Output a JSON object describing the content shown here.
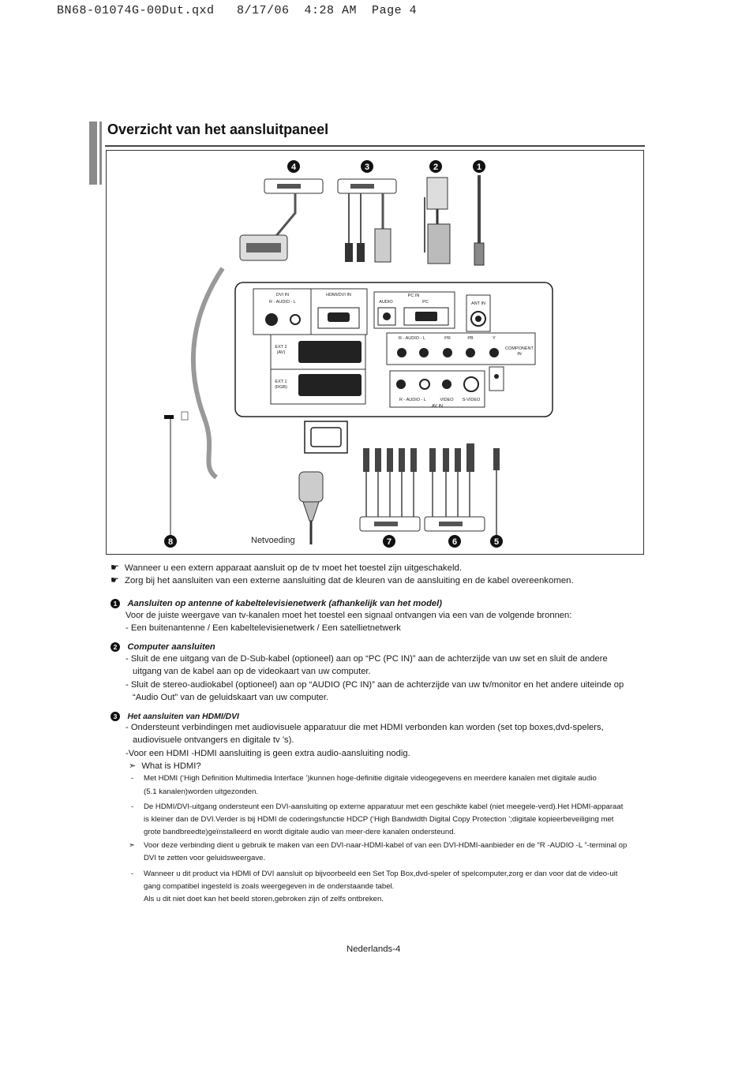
{
  "slug": "BN68-01074G-00Dut.qxd   8/17/06  4:28 AM  Page 4",
  "title": "Overzicht van het aansluitpaneel",
  "diagram": {
    "panel_labels": {
      "dvi_in": "DVI IN",
      "hdmi_dvi_in": "HDMI/DVI IN",
      "audio_rl": "R - AUDIO - L",
      "pc_in": "PC IN",
      "audio": "AUDIO",
      "pc": "PC",
      "ant_in": "ANT IN",
      "ext2": "EXT 2",
      "ext2_sub": "(AV)",
      "ext1": "EXT 1",
      "ext1_sub": "(RGB)",
      "comp_audio": "R - AUDIO - L",
      "pr": "PR",
      "pb": "PB",
      "y": "Y",
      "component": "COMPONENT",
      "component_in": "IN",
      "av_audio": "R - AUDIO - L",
      "video": "VIDEO",
      "svideo": "S-VIDEO",
      "av_in": "AV IN"
    },
    "netvoeding": "Netvoeding",
    "callouts": [
      "1",
      "2",
      "3",
      "4",
      "5",
      "6",
      "7",
      "8"
    ]
  },
  "notes": [
    "Wanneer u een extern apparaat aansluit op de tv moet het toestel zijn uitgeschakeld.",
    "Zorg bij het aansluiten van een externe aansluiting dat de kleuren van de aansluiting en de kabel overeenkomen."
  ],
  "sections": {
    "s1": {
      "num": "1",
      "title": "Aansluiten op antenne of kabeltelevisienetwerk (afhankelijk van het model)",
      "line1": "Voor de juiste weergave van tv-kanalen moet het toestel een signaal ontvangen via een van de volgende bronnen:",
      "line2": "- Een buitenantenne / Een kabeltelevisienetwerk / Een satellietnetwerk"
    },
    "s2": {
      "num": "2",
      "title": "Computer aansluiten",
      "b1a": "- Sluit de ene uitgang van de D-Sub-kabel (optioneel) aan op “PC (PC IN)” aan de achterzijde van uw set en sluit de andere",
      "b1b": "uitgang van de kabel aan op de videokaart van uw computer.",
      "b2a": "- Sluit de stereo-audiokabel (optioneel) aan op “AUDIO (PC IN)” aan de achterzijde van uw tv/monitor en het andere uiteinde op",
      "b2b": "“Audio Out” van de geluidskaart van uw computer."
    },
    "s3": {
      "num": "3",
      "title": "Het aansluiten van HDMI/DVI",
      "b1a": "- Ondersteunt verbindingen met audiovisuele apparatuur die met HDMI verbonden kan worden (set top boxes,dvd-spelers,",
      "b1b": "audiovisuele ontvangers en digitale tv ’s).",
      "b2": "-Voor een HDMI -HDMI aansluiting is geen extra audio-aansluiting nodig.",
      "what": "What is HDMI?",
      "p1a": "Met HDMI (‘High Definition Multimedia Interface ’)kunnen hoge-definitie digitale videogegevens en meerdere kanalen met digitale audio",
      "p1b": "(5.1 kanalen)worden uitgezonden.",
      "p2a": "De HDMI/DVI-uitgang ondersteunt een DVI-aansluiting op externe apparatuur met een geschikte kabel (niet meegele-verd).Het HDMI-apparaat",
      "p2b": "is kleiner dan de DVI.Verder is bij HDMI de coderingsfunctie HDCP (‘High Bandwidth Digital Copy Protection ’;digitale kopieerbeveiliging met",
      "p2c": "grote bandbreedte)geïnstalleerd en wordt digitale audio van meer-dere kanalen ondersteund.",
      "n1a": "Voor deze verbinding dient u gebruik te maken van een DVI-naar-HDMI-kabel of van een DVI-HDMI-aanbieder en de “R -AUDIO -L ”-terminal op",
      "n1b": "DVI te zetten voor geluidsweergave.",
      "p3a": "Wanneer u dit product via HDMI of DVI aansluit op bijvoorbeeld een Set Top Box,dvd-speler of spelcomputer,zorg er dan voor dat de video-uit",
      "p3b": "gang compatibel ingesteld is zoals weergegeven in de onderstaande tabel.",
      "p3c": "Als u dit niet doet kan het beeld storen,gebroken zijn of zelfs ontbreken."
    }
  },
  "footer": "Nederlands-4"
}
